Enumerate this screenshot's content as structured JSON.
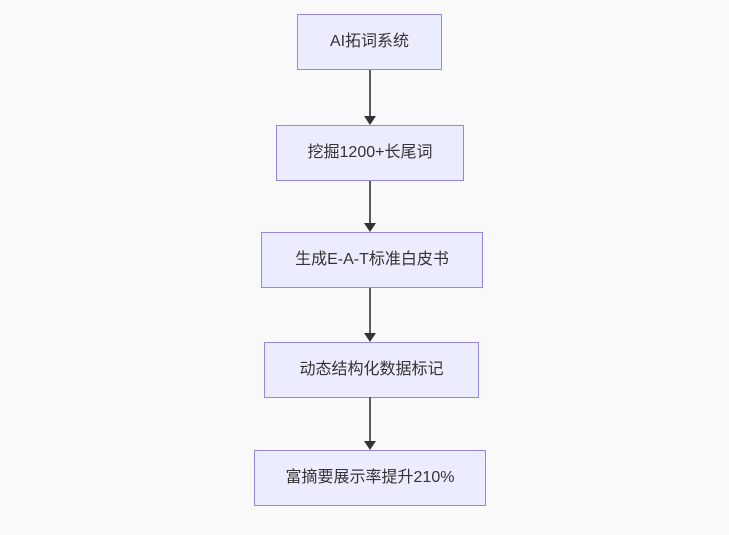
{
  "flowchart": {
    "type": "vertical-flowchart",
    "nodes": [
      {
        "id": "n1",
        "label": "AI拓词系统"
      },
      {
        "id": "n2",
        "label": "挖掘1200+长尾词"
      },
      {
        "id": "n3",
        "label": "生成E-A-T标准白皮书"
      },
      {
        "id": "n4",
        "label": "动态结构化数据标记"
      },
      {
        "id": "n5",
        "label": "富摘要展示率提升210%"
      }
    ],
    "edges": [
      {
        "from": "n1",
        "to": "n2",
        "style": "arrow-down"
      },
      {
        "from": "n2",
        "to": "n3",
        "style": "arrow-down"
      },
      {
        "from": "n3",
        "to": "n4",
        "style": "arrow-down"
      },
      {
        "from": "n4",
        "to": "n5",
        "style": "arrow-down"
      }
    ],
    "colors": {
      "node_fill": "#ECECFF",
      "node_border": "#9a86d9",
      "edge_line": "#5b5b5b",
      "edge_head": "#333333",
      "text": "#333333",
      "background": "#f9f9f9"
    }
  }
}
